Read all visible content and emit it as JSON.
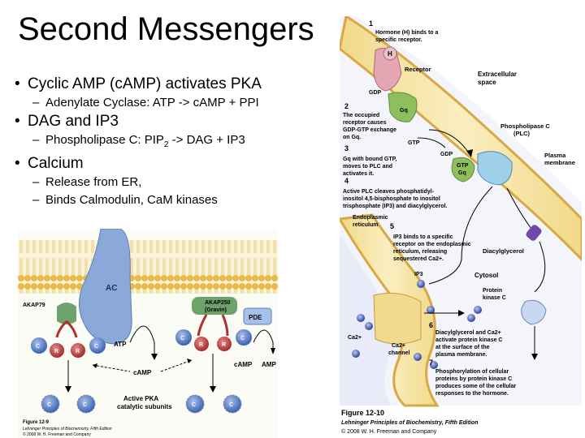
{
  "slide": {
    "title": "Second Messengers",
    "bullets": [
      {
        "text": "Cyclic AMP (cAMP) activates PKA",
        "subs": [
          "Adenylate Cyclase: ATP -> cAMP + PPI"
        ]
      },
      {
        "text": "DAG and IP3",
        "subs": [
          "Phospholipase C: PIP",
          "2",
          " -> DAG + IP3"
        ]
      },
      {
        "text": "Calcium",
        "subs": [
          "Release from ER,",
          "Binds Calmodulin, CaM kinases"
        ]
      }
    ]
  },
  "fig_left": {
    "ac": "AC",
    "akap79": "AKAP79",
    "akap250_1": "AKAP250",
    "akap250_2": "(Gravin)",
    "pde": "PDE",
    "atp": "ATP",
    "camp": "cAMP",
    "camp2": "cAMP",
    "amp": "AMP",
    "c": "C",
    "r": "R",
    "active1": "Active PKA",
    "active2": "catalytic subunits",
    "fig_num": "Figure 12-9",
    "book": "Lehninger Principles of Biochemistry, Fifth Edition",
    "copy": "© 2008 W. H. Freeman and Company"
  },
  "fig_right": {
    "s1": "1",
    "s1a": "Hormone (H) binds to a",
    "s1b": "specific receptor.",
    "h": "H",
    "receptor": "Receptor",
    "extra1": "Extracellular",
    "extra2": "space",
    "gdp": "GDP",
    "gq": "Gq",
    "s2": "2",
    "s2a": "The occupied",
    "s2b": "receptor causes",
    "s2c": "GDP-GTP exchange",
    "s2d": "on Gq.",
    "gtp": "GTP",
    "gdp2": "GDP",
    "plc1": "Phospholipase C",
    "plc2": "(PLC)",
    "s3": "3",
    "s3a": "Gq with bound GTP,",
    "s3b": "moves to PLC and",
    "s3c": "activates it.",
    "gtp2": "GTP",
    "gq2": "Gq",
    "pm1": "Plasma",
    "pm2": "membrane",
    "s4": "4",
    "s4a": "Active PLC cleaves phosphatidyl-",
    "s4b": "inositol 4,5-bisphosphate to inositol",
    "s4c": "trisphosphate (IP3) and diacylglycerol.",
    "er1": "Endoplasmic",
    "er2": "reticulum",
    "s5": "5",
    "s5a": "IP3 binds to a specific",
    "s5b": "receptor on the endoplasmic",
    "s5c": "reticulum, releasing",
    "s5d": "sequestered Ca2+.",
    "dag": "Diacylglycerol",
    "ip3": "IP3",
    "cytosol": "Cytosol",
    "pkc1": "Protein",
    "pkc2": "kinase C",
    "s6": "6",
    "s6a": "Diacylglycerol and Ca2+",
    "s6b": "activate protein kinase C",
    "s6c": "at the surface of the",
    "s6d": "plasma membrane.",
    "ca": "Ca2+",
    "cach1": "Ca2+",
    "cach2": "channel",
    "s7": "7",
    "s7a": "Phosphorylation of cellular",
    "s7b": "proteins by protein kinase C",
    "s7c": "produces some of the cellular",
    "s7d": "responses to the hormone.",
    "fig_num": "Figure 12-10",
    "book": "Lehninger Principles of Biochemistry, Fifth Edition",
    "copy": "© 2008 W. H. Freeman and Company"
  }
}
